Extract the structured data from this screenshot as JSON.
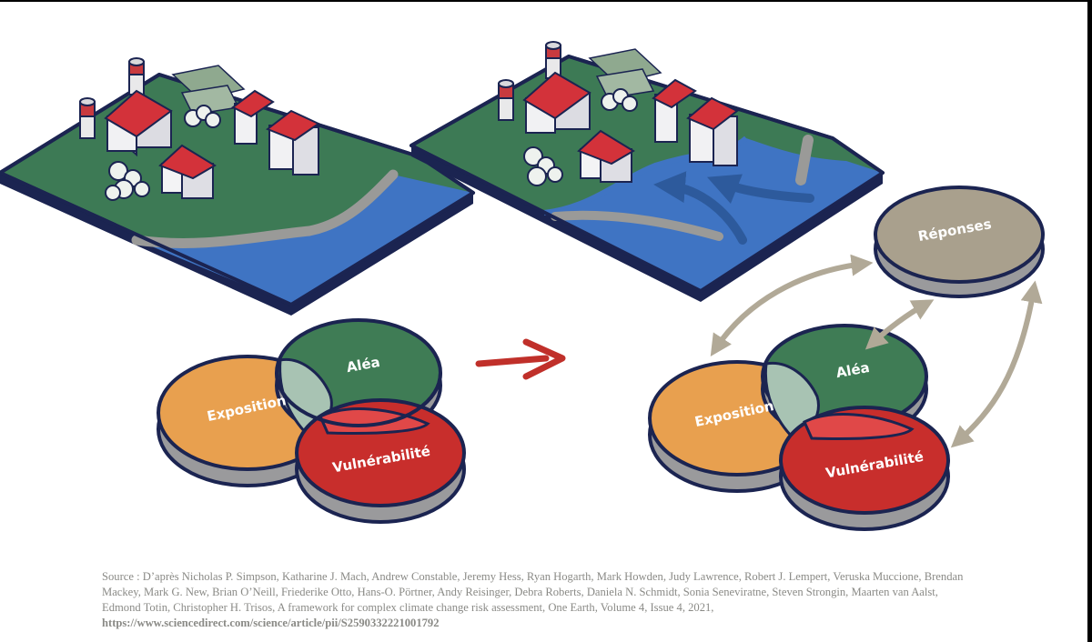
{
  "labels": {
    "alea": "Aléa",
    "exposition": "Exposition",
    "vulnerabilite": "Vulnérabilité",
    "reponses": "Réponses"
  },
  "colors": {
    "land": "#3d7a55",
    "water": "#3f74c3",
    "outline": "#1b2451",
    "exposition": "#e8a04f",
    "alea": "#3f7c55",
    "vulnerabilite": "#c82e2c",
    "reponses": "#a9a08d",
    "arrow_red": "#c0302a",
    "arrow_grey": "#b1a997"
  },
  "source": {
    "text": "Source : D’après Nicholas P. Simpson, Katharine J. Mach, Andrew Constable, Jeremy Hess, Ryan Hogarth, Mark Howden, Judy Lawrence, Robert J. Lempert, Veruska Muccione, Brendan Mackey, Mark G. New, Brian O’Neill, Friederike Otto, Hans-O. Pörtner, Andy Reisinger, Debra Roberts, Daniela N. Schmidt, Sonia Seneviratne, Steven Strongin, Maarten van Aalst, Edmond Totin, Christopher H. Trisos, A framework for complex climate change risk assessment, One Earth, Volume 4, Issue 4, 2021,",
    "url": "https://www.sciencedirect.com/science/article/pii/S2590332221001792"
  }
}
